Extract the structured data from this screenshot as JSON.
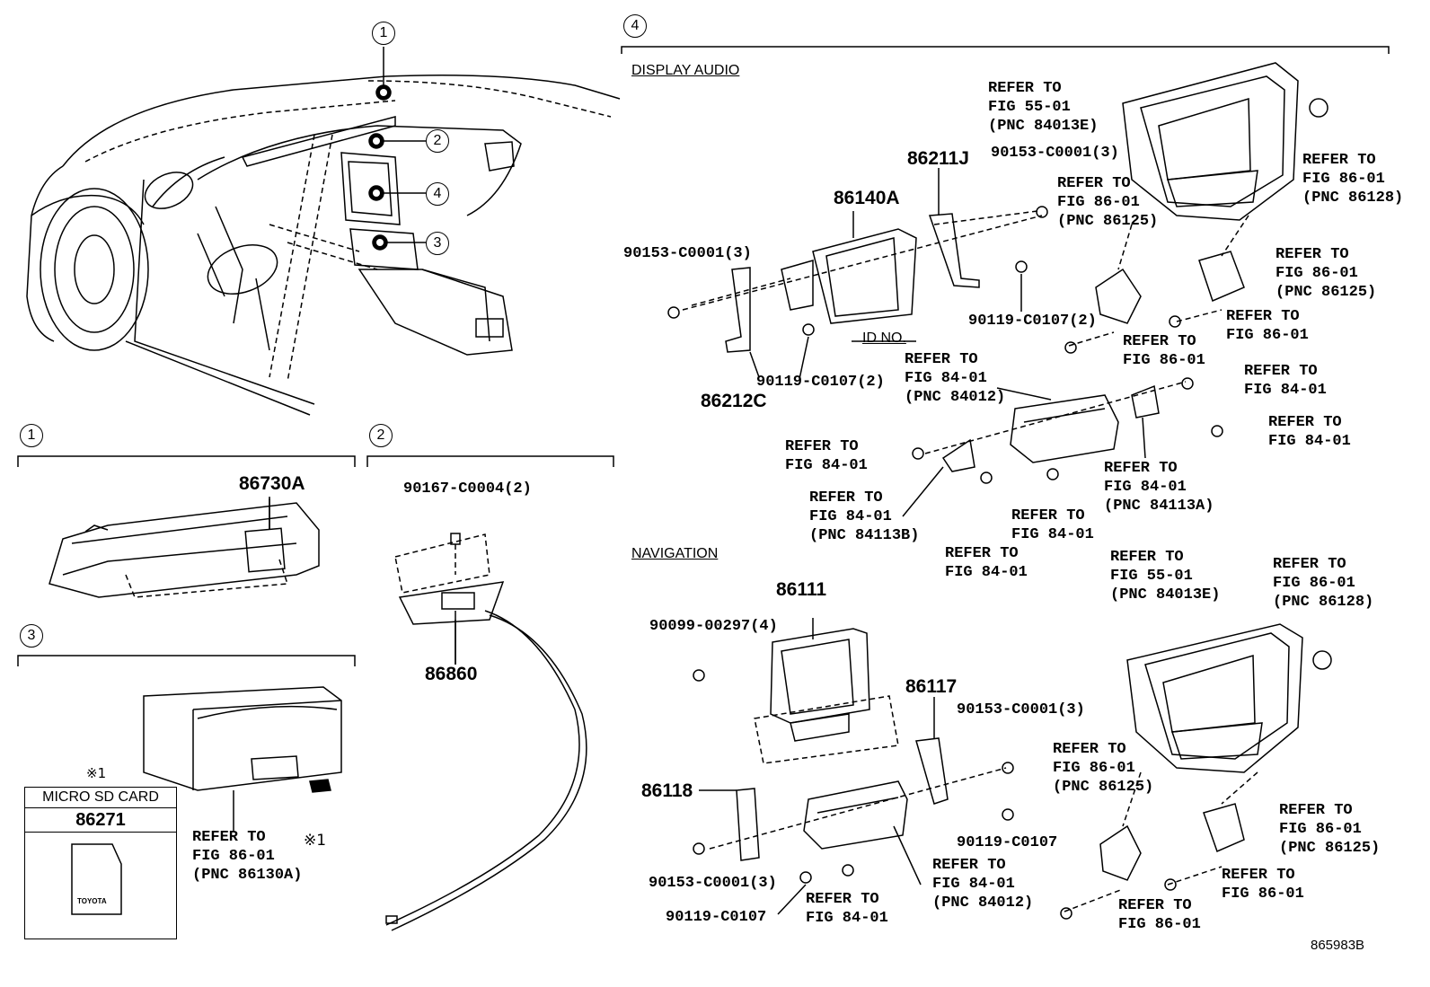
{
  "sections": {
    "s1": "1",
    "s2": "2",
    "s3": "3",
    "s4": "4"
  },
  "overview": {
    "c1": "1",
    "c2": "2",
    "c3": "3",
    "c4": "4"
  },
  "part_numbers": {
    "p86730A": "86730A",
    "p86860": "86860",
    "p86140A": "86140A",
    "p86211J": "86211J",
    "p86212C": "86212C",
    "p86111": "86111",
    "p86117": "86117",
    "p86118": "86118"
  },
  "captions": {
    "display_audio": "DISPLAY AUDIO",
    "navigation": "NAVIGATION",
    "id_no": "ID NO."
  },
  "micro_sd": {
    "note": "※1",
    "header": "MICRO SD CARD",
    "part": "86271",
    "brand": "TOYOTA"
  },
  "labels": {
    "s2_bolt": "90167-C0004(2)",
    "s3_refer": "REFER TO\nFIG 86-01\n(PNC 86130A)",
    "s3_note": "※1",
    "da_bolt_left": "90153-C0001(3)",
    "da_nut_left": "90119-C0107(2)",
    "da_bolt_right": "90153-C0001(3)",
    "da_nut_right": "90119-C0107(2)",
    "da_ref_55_01": "REFER TO\nFIG 55-01\n(PNC 84013E)",
    "da_ref_86128": "REFER TO\nFIG 86-01\n(PNC 86128)",
    "da_ref_86125a": "REFER TO\nFIG 86-01\n(PNC 86125)",
    "da_ref_86125b": "REFER TO\nFIG 86-01\n(PNC 86125)",
    "da_ref_8601a": "REFER TO\nFIG 86-01",
    "da_ref_8601b": "REFER TO\nFIG 86-01",
    "da_ref_84012": "REFER TO\nFIG 84-01\n(PNC 84012)",
    "da_ref_8401a": "REFER TO\nFIG 84-01",
    "da_ref_8401b": "REFER TO\nFIG 84-01",
    "da_ref_8401c": "REFER TO\nFIG 84-01",
    "da_ref_84113A": "REFER TO\nFIG 84-01\n(PNC 84113A)",
    "da_ref_84113B": "REFER TO\nFIG 84-01\n(PNC 84113B)",
    "da_ref_8401d": "REFER TO\nFIG 84-01",
    "da_ref_8401e": "REFER TO\nFIG 84-01",
    "nv_bolt_top": "90099-00297(4)",
    "nv_bolt_right": "90153-C0001(3)",
    "nv_nut_right": "90119-C0107",
    "nv_bolt_left": "90153-C0001(3)",
    "nv_nut_left": "90119-C0107",
    "nv_ref_55_01": "REFER TO\nFIG 55-01\n(PNC 84013E)",
    "nv_ref_86128": "REFER TO\nFIG 86-01\n(PNC 86128)",
    "nv_ref_86125a": "REFER TO\nFIG 86-01\n(PNC 86125)",
    "nv_ref_86125b": "REFER TO\nFIG 86-01\n(PNC 86125)",
    "nv_ref_8601a": "REFER TO\nFIG 86-01",
    "nv_ref_8601b": "REFER TO\nFIG 86-01",
    "nv_ref_84012": "REFER TO\nFIG 84-01\n(PNC 84012)",
    "nv_ref_8401": "REFER TO\nFIG 84-01"
  },
  "figure_code": "865983B"
}
